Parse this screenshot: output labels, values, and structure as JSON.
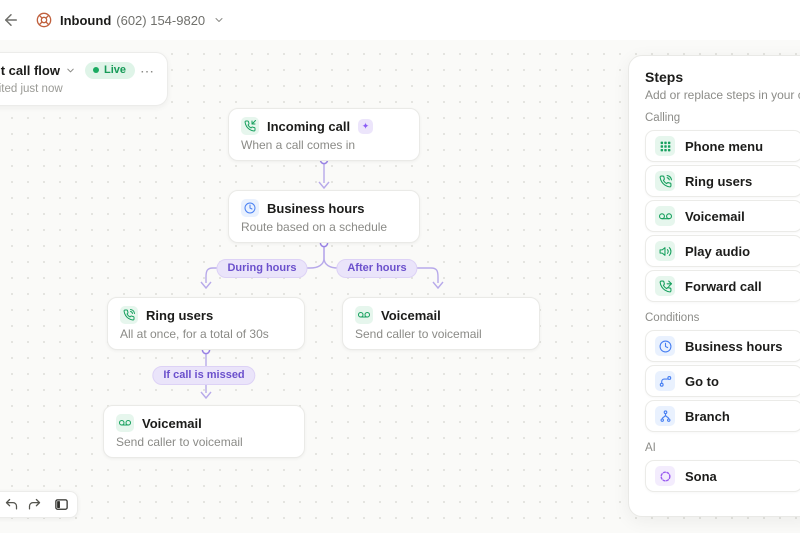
{
  "colors": {
    "accent_green": "#17A05E",
    "accent_blue": "#477FF2",
    "accent_purple": "#8B5CF6",
    "live_badge_bg": "#DFF4E8",
    "live_badge_text": "#169A57",
    "pill_bg": "#EAE4FA",
    "pill_text": "#6B50CC",
    "buoy_orange": "#C0603D",
    "canvas_bg": "#FAFAF8"
  },
  "topbar": {
    "back_icon": "arrow-left-icon",
    "app_icon": "life-buoy-icon",
    "title": "Inbound",
    "number": "(602) 154-9820",
    "chevron_icon": "chevron-down-icon"
  },
  "flow_header": {
    "title": "Default call flow",
    "chevron_icon": "chevron-down-icon",
    "status_label": "Live",
    "menu_label": "⋯",
    "edited_label": "Last edited just now"
  },
  "canvas": {
    "nodes": {
      "incoming": {
        "title": "Incoming call",
        "subtitle": "When a call comes in",
        "icon": "phone-incoming-icon",
        "badge": "✦",
        "badge_icon": "sparkle-icon"
      },
      "business_hours": {
        "title": "Business hours",
        "subtitle": "Route based on a schedule",
        "icon": "clock-icon"
      },
      "ring_users": {
        "title": "Ring users",
        "subtitle": "All at once, for a total of 30s",
        "icon": "phone-ring-icon"
      },
      "voicemail_after": {
        "title": "Voicemail",
        "subtitle": "Send caller to voicemail",
        "icon": "voicemail-icon"
      },
      "voicemail_missed": {
        "title": "Voicemail",
        "subtitle": "Send caller to voicemail",
        "icon": "voicemail-icon"
      }
    },
    "edges": {
      "during_label": "During hours",
      "after_label": "After hours",
      "missed_label": "If call is missed"
    }
  },
  "sidebar": {
    "title": "Steps",
    "subtitle": "Add or replace steps in your call flow",
    "sections": [
      {
        "label": "Calling",
        "items": [
          {
            "label": "Phone menu",
            "icon": "keypad-icon",
            "color": "green"
          },
          {
            "label": "Ring users",
            "icon": "phone-ring-icon",
            "color": "green"
          },
          {
            "label": "Voicemail",
            "icon": "voicemail-icon",
            "color": "green"
          },
          {
            "label": "Play audio",
            "icon": "play-audio-icon",
            "color": "green"
          },
          {
            "label": "Forward call",
            "icon": "phone-forward-icon",
            "color": "green"
          }
        ]
      },
      {
        "label": "Conditions",
        "items": [
          {
            "label": "Business hours",
            "icon": "clock-icon",
            "color": "blue"
          },
          {
            "label": "Go to",
            "icon": "goto-icon",
            "color": "blue"
          },
          {
            "label": "Branch",
            "icon": "branch-icon",
            "color": "blue"
          }
        ]
      },
      {
        "label": "AI",
        "items": [
          {
            "label": "Sona",
            "icon": "sona-icon",
            "color": "purple"
          }
        ]
      }
    ]
  },
  "toolbar": {
    "undo_icon": "undo-icon",
    "redo_icon": "redo-icon",
    "panel_icon": "panel-toggle-icon"
  }
}
